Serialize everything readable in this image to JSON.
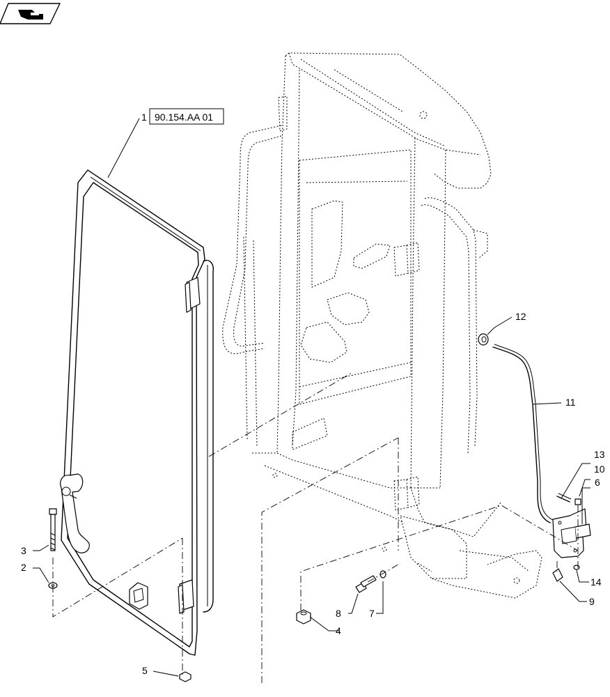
{
  "reference_box": "90.154.AA 01",
  "nav_icon": "book-page-icon",
  "callouts": {
    "c1": "1",
    "c2": "2",
    "c3": "3",
    "c4": "4",
    "c5": "5",
    "c6": "6",
    "c7": "7",
    "c8": "8",
    "c9": "9",
    "c10": "10",
    "c11": "11",
    "c12": "12",
    "c13": "13",
    "c14": "14"
  }
}
